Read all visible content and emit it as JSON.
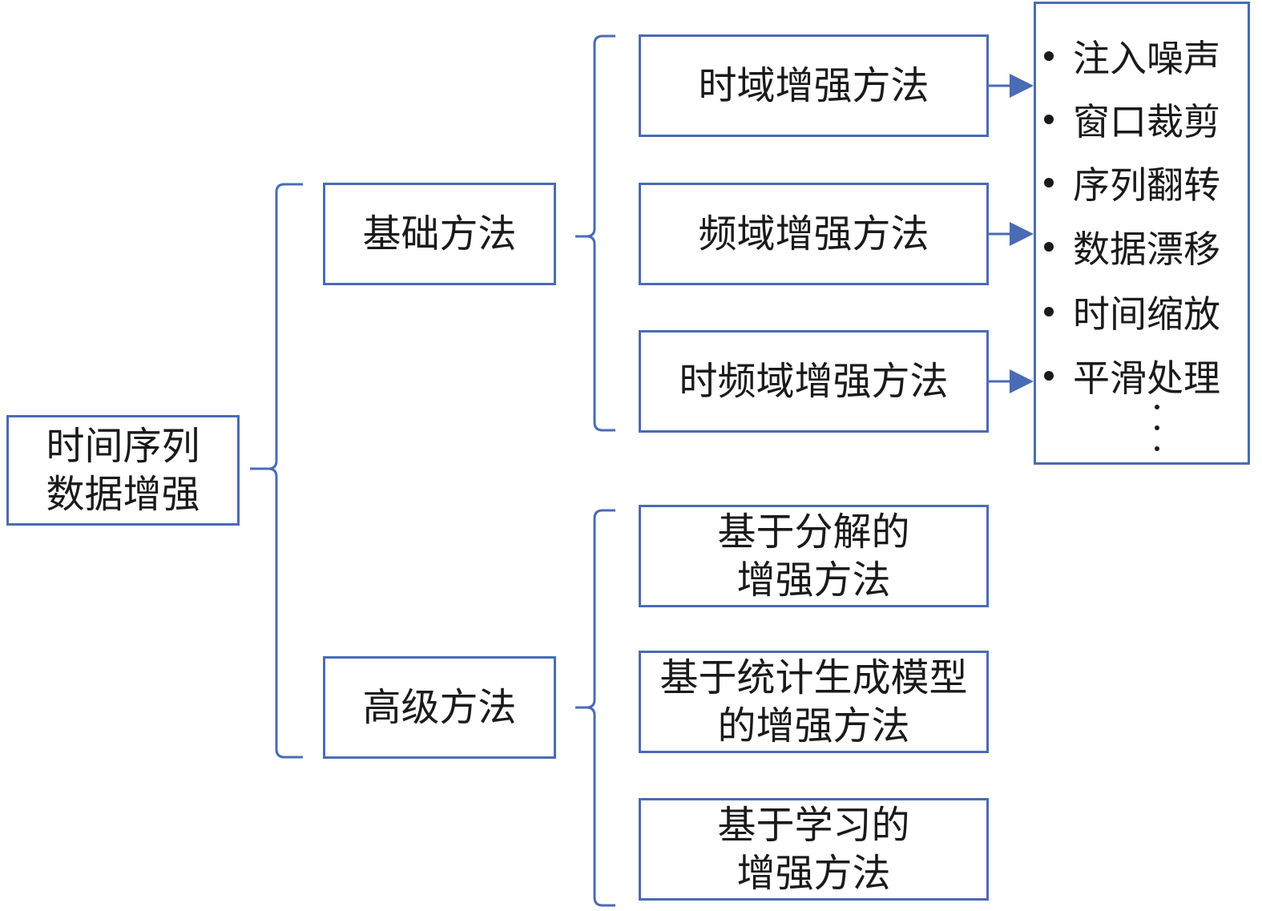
{
  "root": {
    "line1": "时间序列",
    "line2": "数据增强"
  },
  "level1": {
    "basic": "基础方法",
    "advanced": "高级方法"
  },
  "basic_children": {
    "time": "时域增强方法",
    "freq": "频域增强方法",
    "timefreq": "时频域增强方法"
  },
  "advanced_children": {
    "decomp": {
      "line1": "基于分解的",
      "line2": "增强方法"
    },
    "stat": {
      "line1": "基于统计生成模型",
      "line2": "的增强方法"
    },
    "learn": {
      "line1": "基于学习的",
      "line2": "增强方法"
    }
  },
  "techniques": [
    "注入噪声",
    "窗口裁剪",
    "序列翻转",
    "数据漂移",
    "时间缩放",
    "平滑处理"
  ],
  "colors": {
    "line": "#4a6bb5",
    "text": "#1a1a1a"
  }
}
